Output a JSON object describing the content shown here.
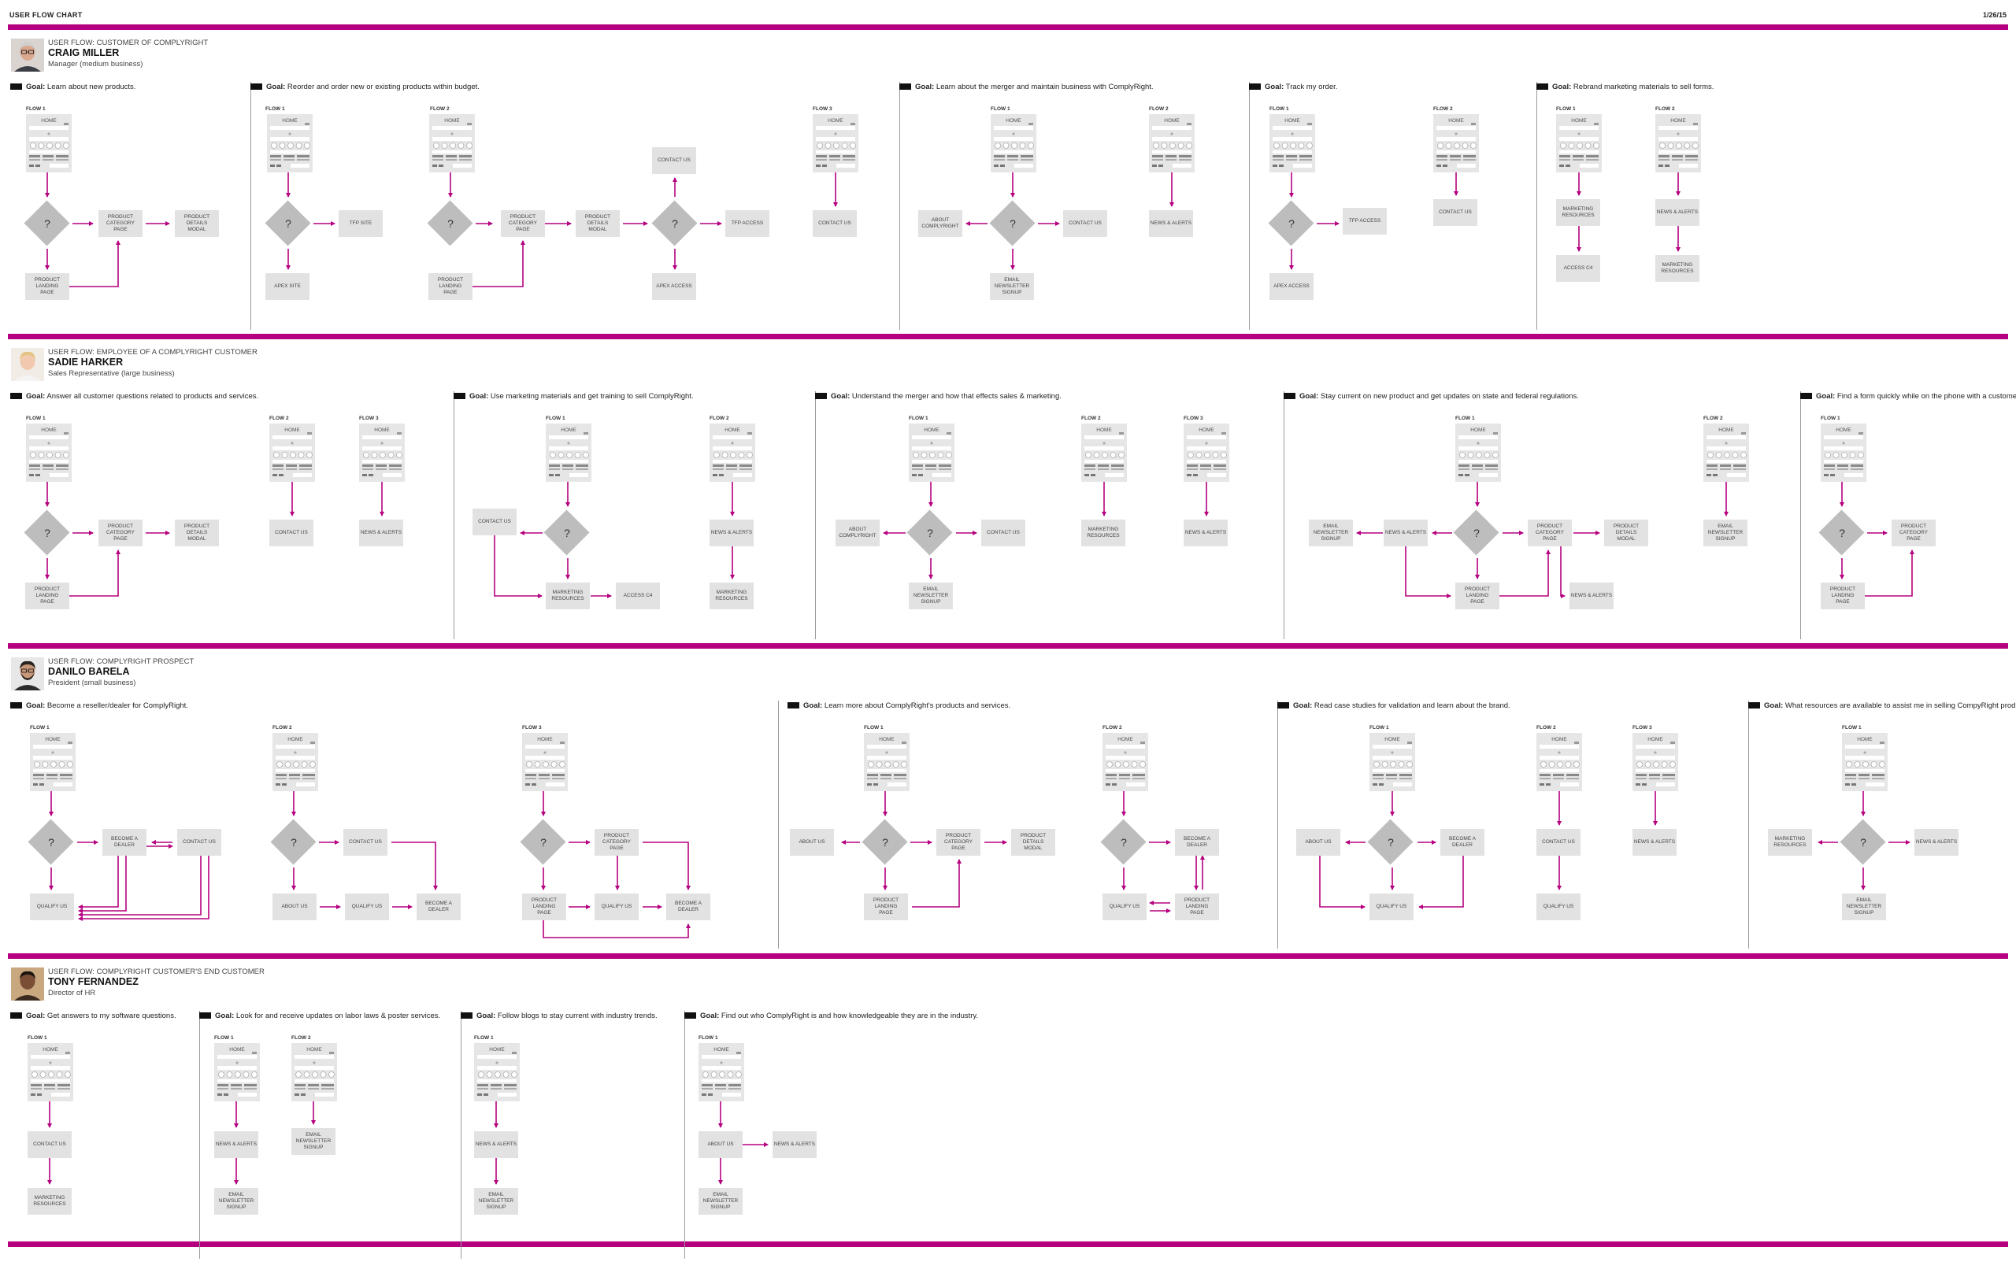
{
  "header": {
    "title": "USER FLOW CHART",
    "date": "1/26/15"
  },
  "theme": {
    "accent": "#b5007f",
    "box": "#e2e2e2",
    "decision": "#bdbdbd"
  },
  "sections": [
    {
      "id": "s1",
      "persona": {
        "type": "USER FLOW: CUSTOMER OF COMPLYRIGHT",
        "name": "CRAIG MILLER",
        "role": "Manager (medium business)",
        "avatar": "man-glasses-avatar"
      },
      "goals": [
        {
          "label": "Goal:",
          "text": "Learn about new products."
        },
        {
          "label": "Goal:",
          "text": "Reorder and order new or existing products within budget."
        },
        {
          "label": "Goal:",
          "text": "Learn about the merger and maintain business with ComplyRight."
        },
        {
          "label": "Goal:",
          "text": "Track my order."
        },
        {
          "label": "Goal:",
          "text": "Rebrand marketing materials to sell forms."
        }
      ],
      "flows": [
        "FLOW 1",
        "FLOW 1",
        "FLOW 2",
        "FLOW 3",
        "FLOW 1",
        "FLOW 2",
        "FLOW 1",
        "FLOW 2",
        "FLOW 1",
        "FLOW 2"
      ],
      "home": "HOME",
      "decision": "?",
      "boxes": [
        "PRODUCT\nCATEGORY\nPAGE",
        "PRODUCT\nDETAILS\nMODAL",
        "PRODUCT\nLANDING\nPAGE",
        "TFP SITE",
        "APEX SITE",
        "PRODUCT\nCATEGORY\nPAGE",
        "PRODUCT\nDETAILS\nMODAL",
        "PRODUCT\nLANDING\nPAGE",
        "CONTACT US",
        "TFP ACCESS",
        "APEX ACCESS",
        "CONTACT US",
        "ABOUT\nCOMPLYRIGHT",
        "CONTACT US",
        "EMAIL\nNEWSLETTER\nSIGNUP",
        "NEWS & ALERTS",
        "TFP ACCESS",
        "APEX ACCESS",
        "CONTACT US",
        "MARKETING\nRESOURCES",
        "ACCESS C4",
        "NEWS & ALERTS",
        "MARKETING\nRESOURCES"
      ]
    },
    {
      "id": "s2",
      "persona": {
        "type": "USER FLOW: EMPLOYEE OF A COMPLYRIGHT CUSTOMER",
        "name": "SADIE HARKER",
        "role": "Sales Representative (large business)",
        "avatar": "woman-blonde-avatar"
      },
      "goals": [
        {
          "label": "Goal:",
          "text": "Answer all customer questions related to products and services."
        },
        {
          "label": "Goal:",
          "text": "Use marketing materials and get training to sell ComplyRight."
        },
        {
          "label": "Goal:",
          "text": "Understand the merger and how that effects sales & marketing."
        },
        {
          "label": "Goal:",
          "text": "Stay current on new product and get updates on state and federal regulations."
        },
        {
          "label": "Goal:",
          "text": "Find a form quickly while on the phone with a customer."
        }
      ],
      "flows": [
        "FLOW 1",
        "FLOW 2",
        "FLOW 3",
        "FLOW 1",
        "FLOW 2",
        "FLOW 1",
        "FLOW 2",
        "FLOW 3",
        "FLOW 1",
        "FLOW 2",
        "FLOW 1"
      ],
      "home": "HOME",
      "decision": "?",
      "boxes": [
        "PRODUCT\nCATEGORY\nPAGE",
        "PRODUCT\nDETAILS\nMODAL",
        "PRODUCT\nLANDING\nPAGE",
        "CONTACT US",
        "NEWS & ALERTS",
        "CONTACT US",
        "MARKETING\nRESOURCES",
        "ACCESS C4",
        "NEWS & ALERTS",
        "MARKETING\nRESOURCES",
        "ABOUT\nCOMPLYRIGHT",
        "CONTACT US",
        "EMAIL\nNEWSLETTER\nSIGNUP",
        "MARKETING\nRESOURCES",
        "NEWS & ALERTS",
        "EMAIL\nNEWSLETTER\nSIGNUP",
        "NEWS & ALERTS",
        "PRODUCT\nCATEGORY\nPAGE",
        "PRODUCT\nDETAILS\nMODAL",
        "PRODUCT\nLANDING\nPAGE",
        "NEWS & ALERTS",
        "EMAIL\nNEWSLETTER\nSIGNUP",
        "PRODUCT\nCATEGORY\nPAGE",
        "PRODUCT\nLANDING\nPAGE"
      ]
    },
    {
      "id": "s3",
      "persona": {
        "type": "USER FLOW: COMPLYRIGHT PROSPECT",
        "name": "DANILO BARELA",
        "role": "President (small business)",
        "avatar": "man-beard-avatar"
      },
      "goals": [
        {
          "label": "Goal:",
          "text": "Become a reseller/dealer for ComplyRight."
        },
        {
          "label": "Goal:",
          "text": "Learn more about ComplyRight's products and services."
        },
        {
          "label": "Goal:",
          "text": "Read case studies for validation and learn about the brand."
        },
        {
          "label": "Goal:",
          "text": "What resources are available to assist me in selling CompyRight products."
        }
      ],
      "flows": [
        "FLOW 1",
        "FLOW 2",
        "FLOW 3",
        "FLOW 1",
        "FLOW 2",
        "FLOW 1",
        "FLOW 2",
        "FLOW 3",
        "FLOW 1"
      ],
      "home": "HOME",
      "decision": "?",
      "boxes": [
        "BECOME A\nDEALER",
        "CONTACT US",
        "QUALIFY US",
        "CONTACT US",
        "ABOUT US",
        "QUALIFY US",
        "BECOME A\nDEALER",
        "PRODUCT\nCATEGORY\nPAGE",
        "PRODUCT\nLANDING\nPAGE",
        "QUALIFY US",
        "BECOME A\nDEALER",
        "ABOUT US",
        "PRODUCT\nCATEGORY\nPAGE",
        "PRODUCT\nDETAILS\nMODAL",
        "PRODUCT\nLANDING\nPAGE",
        "BECOME A\nDEALER",
        "QUALIFY US",
        "PRODUCT\nLANDING\nPAGE",
        "ABOUT US",
        "BECOME A\nDEALER",
        "QUALIFY US",
        "CONTACT US",
        "QUALIFY US",
        "NEWS & ALERTS",
        "MARKETING\nRESOURCES",
        "NEWS & ALERTS",
        "EMAIL\nNEWSLETTER\nSIGNUP"
      ]
    },
    {
      "id": "s4",
      "persona": {
        "type": "USER FLOW: COMPLYRIGHT CUSTOMER'S END CUSTOMER",
        "name": "TONY FERNANDEZ",
        "role": "Director of HR",
        "avatar": "man-dark-avatar"
      },
      "goals": [
        {
          "label": "Goal:",
          "text": "Get answers to my software questions."
        },
        {
          "label": "Goal:",
          "text": "Look for and receive updates on labor laws & poster services."
        },
        {
          "label": "Goal:",
          "text": "Follow blogs to stay current with industry trends."
        },
        {
          "label": "Goal:",
          "text": "Find out who ComplyRight is and how knowledgeable they are in the industry."
        }
      ],
      "flows": [
        "FLOW 1",
        "FLOW 1",
        "FLOW 2",
        "FLOW 1",
        "FLOW 1"
      ],
      "home": "HOME",
      "decision": "?",
      "boxes": [
        "CONTACT US",
        "MARKETING\nRESOURCES",
        "NEWS & ALERTS",
        "EMAIL\nNEWSLETTER\nSIGNUP",
        "EMAIL\nNEWSLETTER\nSIGNUP",
        "NEWS & ALERTS",
        "EMAIL\nNEWSLETTER\nSIGNUP",
        "ABOUT US",
        "NEWS & ALERTS",
        "EMAIL\nNEWSLETTER\nSIGNUP"
      ]
    }
  ]
}
